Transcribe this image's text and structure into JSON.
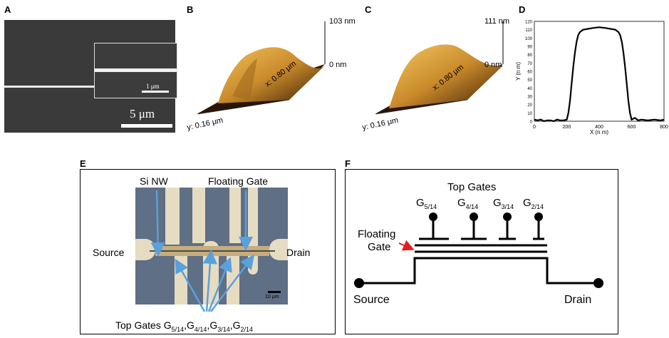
{
  "panels": {
    "a": "A",
    "b": "B",
    "c": "C",
    "d": "D",
    "e": "E",
    "f": "F"
  },
  "sem": {
    "scale_main": "5 μm",
    "scale_inset": "1 μm"
  },
  "afm_b": {
    "height": "103 nm",
    "zero": "0 nm",
    "x_axis": "x: 0.80 μm",
    "y_axis": "y: 0.16 μm"
  },
  "afm_c": {
    "height": "111 nm",
    "zero": "0 nm",
    "x_axis": "x: 0.80 μm",
    "y_axis": "y: 0.16 μm"
  },
  "chart_data": {
    "type": "line",
    "xlabel": "X (n m)",
    "ylabel": "Y (n m)",
    "xlim": [
      0,
      800
    ],
    "ylim": [
      0,
      120
    ],
    "xticks": [
      0,
      200,
      400,
      600,
      800
    ],
    "yticks": [
      0,
      10,
      20,
      30,
      40,
      50,
      60,
      70,
      80,
      90,
      100,
      110,
      120
    ],
    "series": [
      {
        "x": [
          0,
          20,
          40,
          60,
          80,
          100,
          120,
          140,
          160,
          180,
          200,
          210,
          220,
          230,
          240,
          250,
          260,
          270,
          280,
          300,
          330,
          360,
          400,
          440,
          470,
          500,
          520,
          530,
          540,
          550,
          560,
          570,
          580,
          590,
          600,
          620,
          640,
          660,
          700,
          740,
          780,
          800
        ],
        "y": [
          2,
          1,
          2,
          0,
          1,
          1,
          0,
          2,
          1,
          1,
          2,
          10,
          25,
          45,
          65,
          82,
          95,
          103,
          107,
          110,
          111,
          112,
          113,
          112,
          111,
          110,
          107,
          103,
          95,
          82,
          65,
          45,
          25,
          10,
          2,
          4,
          1,
          2,
          1,
          2,
          1,
          2
        ]
      }
    ]
  },
  "panel_e": {
    "si_nw": "Si NW",
    "floating_gate": "Floating Gate",
    "source": "Source",
    "drain": "Drain",
    "scalebar": "10 μm",
    "top_gates_prefix": "Top Gates",
    "gate_labels": [
      "G",
      "5/14",
      ",",
      "G",
      "4/14",
      ",",
      "G",
      "3/14",
      ",",
      "G",
      "2/14"
    ]
  },
  "panel_f": {
    "top_gates": "Top Gates",
    "g5": "G",
    "g5_sub": "5/14",
    "g4": "G",
    "g4_sub": "4/14",
    "g3": "G",
    "g3_sub": "3/14",
    "g2": "G",
    "g2_sub": "2/14",
    "floating": "Floating",
    "gate": "Gate",
    "source": "Source",
    "drain": "Drain"
  },
  "colors": {
    "afm_gold": "#c98a2b",
    "arrow_blue": "#5aa0dc",
    "red_arrow": "#e0201f"
  }
}
